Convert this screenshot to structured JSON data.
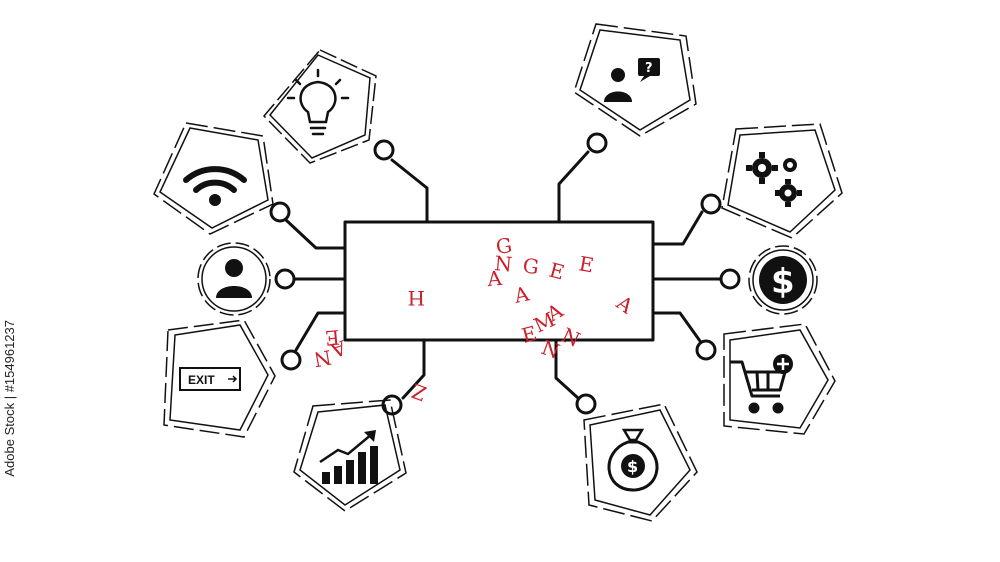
{
  "hub_letters": [
    "E",
    "G",
    "N",
    "A",
    "G",
    "A",
    "E",
    "M",
    "E",
    "N",
    "A",
    "N",
    "A",
    "H",
    "E",
    "N",
    "Z",
    "A"
  ],
  "exit_sign": "EXIT",
  "chat_badge": "?",
  "watermark": "Adobe Stock | #154961237",
  "colors": {
    "ink": "#111111",
    "letters": "#cc1f2a",
    "background": "#ffffff"
  },
  "nodes": [
    {
      "icon": "lightbulb-icon"
    },
    {
      "icon": "wifi-icon"
    },
    {
      "icon": "user-icon"
    },
    {
      "icon": "exit-sign-icon"
    },
    {
      "icon": "growth-chart-icon"
    },
    {
      "icon": "chat-user-icon"
    },
    {
      "icon": "gears-icon"
    },
    {
      "icon": "dollar-icon"
    },
    {
      "icon": "cart-add-icon"
    },
    {
      "icon": "money-bag-icon"
    }
  ]
}
